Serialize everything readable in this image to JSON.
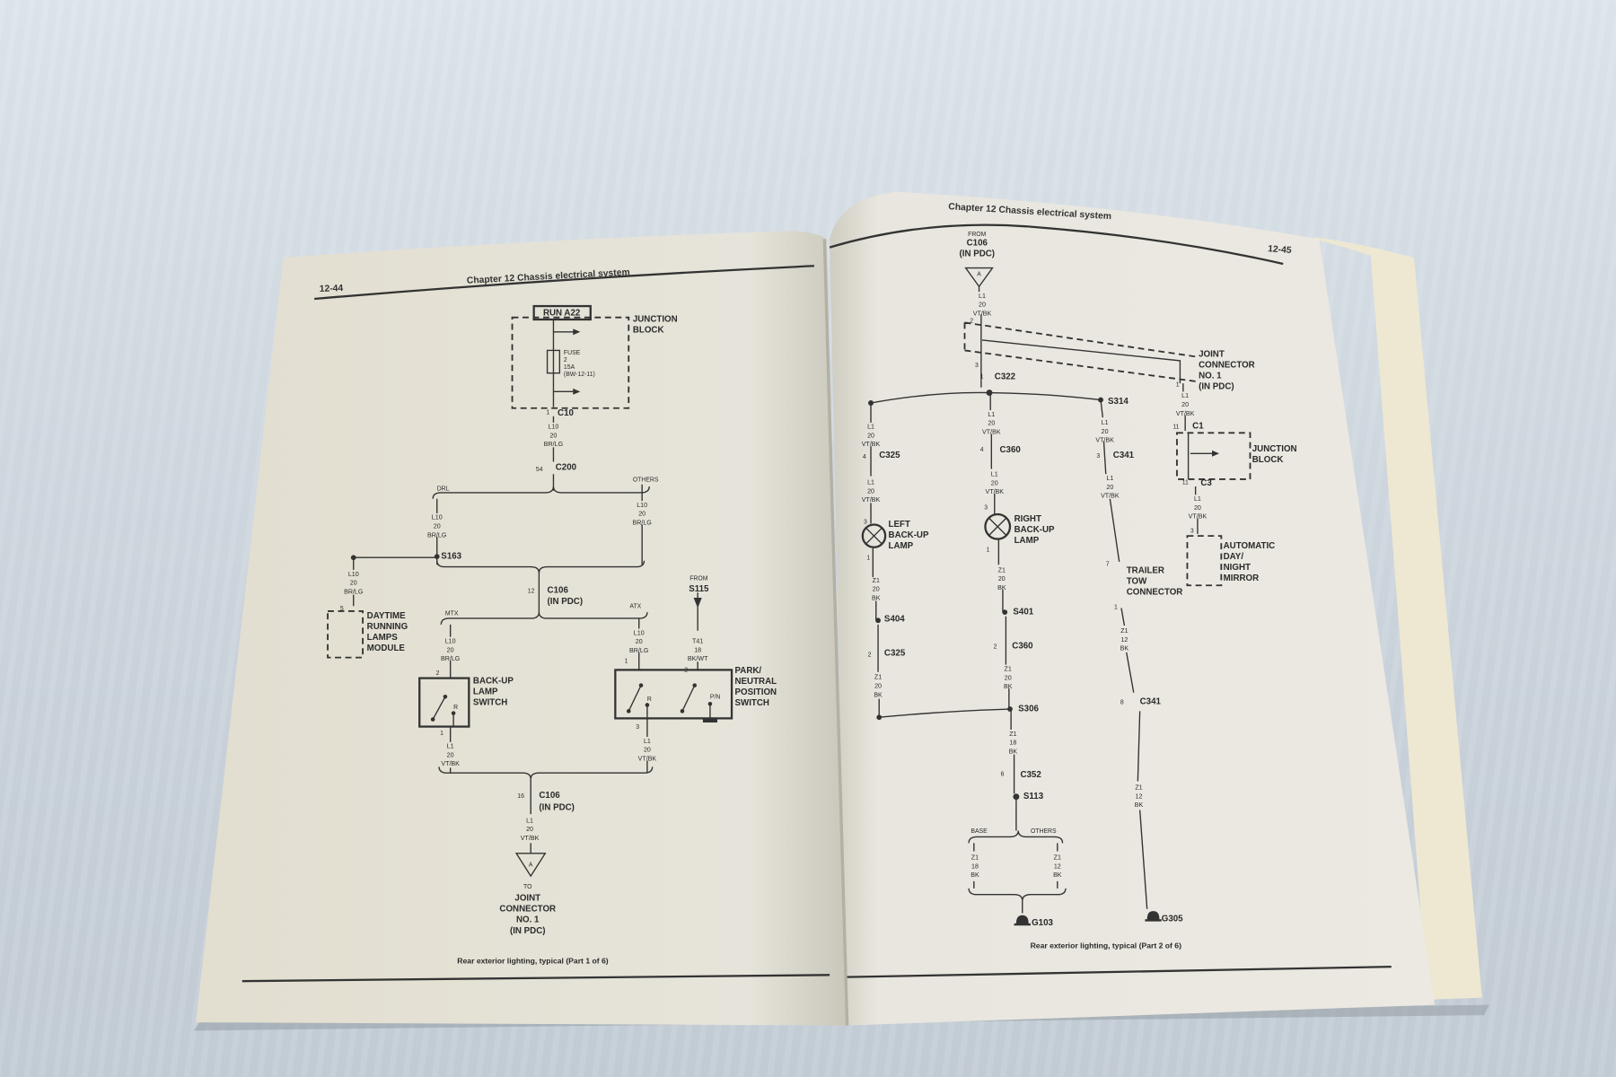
{
  "left": {
    "page_number": "12-44",
    "header": "Chapter 12   Chassis electrical system",
    "run_box": "RUN A22",
    "jb": [
      "JUNCTION",
      "BLOCK"
    ],
    "fuse": [
      "FUSE",
      "2",
      "15A",
      "(BW-12-11)"
    ],
    "c10": [
      "1",
      "C10"
    ],
    "c200": [
      "54",
      "C200"
    ],
    "drl": "DRL",
    "others": "OTHERS",
    "s163": "S163",
    "pin_5": "5",
    "drl_module": [
      "DAYTIME",
      "RUNNING",
      "LAMPS",
      "MODULE"
    ],
    "c106a": [
      "12",
      "C106",
      "(IN PDC)"
    ],
    "mtx": "MTX",
    "atx": "ATX",
    "pin_2a": "2",
    "backup_switch": [
      "BACK-UP",
      "LAMP",
      "SWITCH"
    ],
    "r1": "R",
    "pin_1a": "1",
    "pin_1b": "1",
    "from": [
      "FROM",
      "S115"
    ],
    "pin_2b": "2",
    "pnp": [
      "PARK/",
      "NEUTRAL",
      "POSITION",
      "SWITCH"
    ],
    "r2": "R",
    "pn": "P/N",
    "pin_3": "3",
    "c106b": [
      "16",
      "C106",
      "(IN PDC)"
    ],
    "tri_label": "A",
    "to": [
      "TO"
    ],
    "to_target": [
      "JOINT",
      "CONNECTOR",
      "NO. 1",
      "(IN PDC)"
    ],
    "caption": "Rear exterior lighting, typical (Part 1 of 6)",
    "wires": [
      [
        "L10",
        "20",
        "BR/LG"
      ],
      [
        "L10",
        "20",
        "BR/LG"
      ],
      [
        "L10",
        "20",
        "BR/LG"
      ],
      [
        "L10",
        "20",
        "BR/LG"
      ],
      [
        "L10",
        "20",
        "BR/LG"
      ],
      [
        "L1",
        "20",
        "VT/BK"
      ],
      [
        "L10",
        "20",
        "BR/LG"
      ],
      [
        "T41",
        "18",
        "BK/WT"
      ],
      [
        "L1",
        "20",
        "VT/BK"
      ],
      [
        "L1",
        "20",
        "VT/BK"
      ]
    ]
  },
  "right": {
    "page_number": "12-45",
    "header": "Chapter 12   Chassis electrical system",
    "from": [
      "FROM"
    ],
    "from_src": [
      "C106",
      "(IN PDC)"
    ],
    "tri_label": "A",
    "pin_2": "2",
    "joint": [
      "JOINT",
      "CONNECTOR",
      "NO. 1",
      "(IN PDC)"
    ],
    "pin_3": "3",
    "c322": [
      "1",
      "C322"
    ],
    "s314": "S314",
    "pin_1r": "1",
    "c1": [
      "11",
      "C1"
    ],
    "jb": [
      "JUNCTION",
      "BLOCK"
    ],
    "c3": [
      "11",
      "C3"
    ],
    "pin_3b": "3",
    "mirror": [
      "AUTOMATIC",
      "DAY/",
      "NIGHT",
      "MIRROR"
    ],
    "c325a": [
      "4",
      "C325"
    ],
    "pin_3c": "3",
    "left_lamp": [
      "LEFT",
      "BACK-UP",
      "LAMP"
    ],
    "pin_1c": "1",
    "s404": "S404",
    "c325b": [
      "2",
      "C325"
    ],
    "c360a": [
      "4",
      "C360"
    ],
    "pin_3d": "3",
    "right_lamp": [
      "RIGHT",
      "BACK-UP",
      "LAMP"
    ],
    "pin_1d": "1",
    "s401": "S401",
    "c360b": [
      "2",
      "C360"
    ],
    "s306": "S306",
    "c352": [
      "6",
      "C352"
    ],
    "s113": "S113",
    "base": "BASE",
    "others": "OTHERS",
    "g103": "G103",
    "c341a": [
      "3",
      "C341"
    ],
    "pin_7": "7",
    "trailer": [
      "TRAILER",
      "TOW",
      "CONNECTOR"
    ],
    "pin_1e": "1",
    "c341b": [
      "8",
      "C341"
    ],
    "g305": "G305",
    "caption": "Rear exterior lighting, typical (Part 2 of 6)",
    "wires": [
      [
        "L1",
        "20",
        "VT/BK"
      ],
      [
        "L1",
        "20",
        "VT/BK"
      ],
      [
        "L1",
        "20",
        "VT/BK"
      ],
      [
        "L1",
        "20",
        "VT/BK"
      ],
      [
        "L1",
        "20",
        "VT/BK"
      ],
      [
        "Z1",
        "20",
        "BK"
      ],
      [
        "Z1",
        "20",
        "BK"
      ],
      [
        "L1",
        "20",
        "VT/BK"
      ],
      [
        "L1",
        "20",
        "VT/BK"
      ],
      [
        "Z1",
        "20",
        "BK"
      ],
      [
        "Z1",
        "20",
        "BK"
      ],
      [
        "Z1",
        "18",
        "BK"
      ],
      [
        "Z1",
        "18",
        "BK"
      ],
      [
        "Z1",
        "12",
        "BK"
      ],
      [
        "L1",
        "20",
        "VT/BK"
      ],
      [
        "L1",
        "20",
        "VT/BK"
      ],
      [
        "Z1",
        "12",
        "BK"
      ],
      [
        "Z1",
        "12",
        "BK"
      ]
    ]
  },
  "colors": {
    "background": "#cdd6de",
    "page_left": "#e4e1d6",
    "page_right": "#e9e7df",
    "ink": "#2a2a2a"
  }
}
